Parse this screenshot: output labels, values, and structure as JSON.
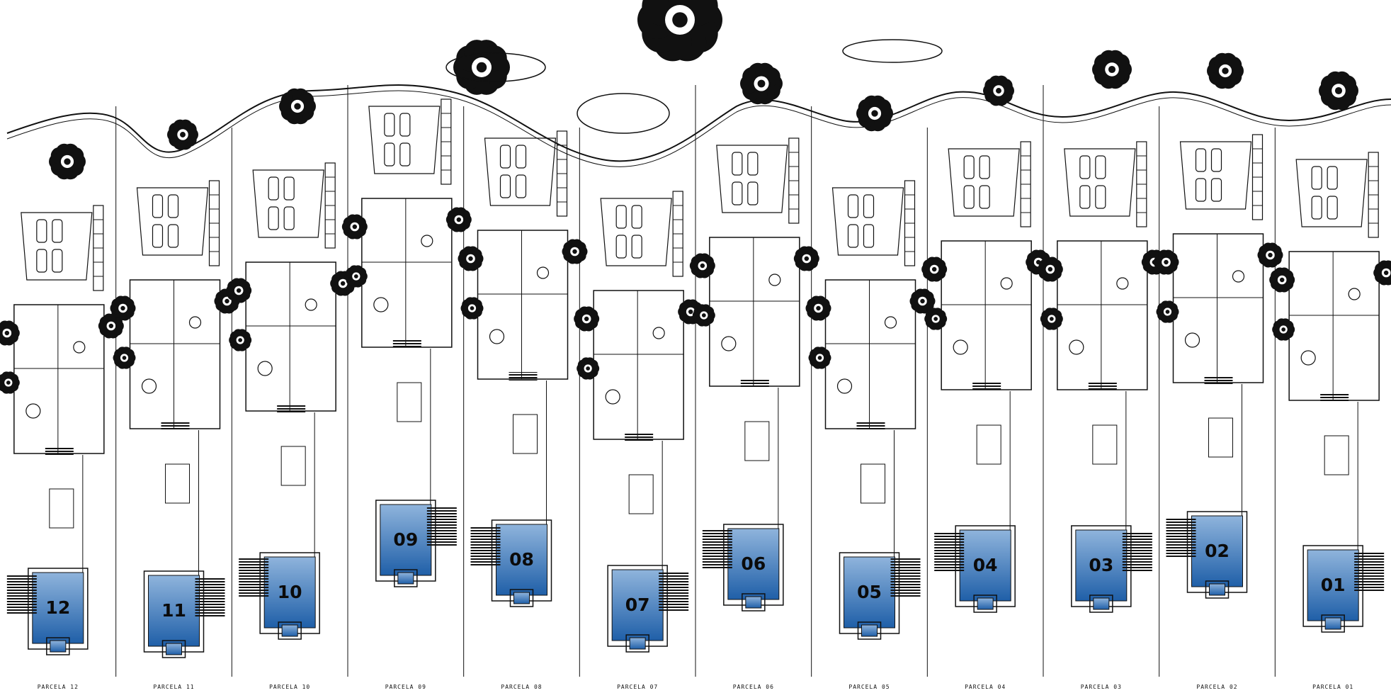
{
  "plan": {
    "lots": [
      {
        "number": "12",
        "label": "PARCELA 12"
      },
      {
        "number": "11",
        "label": "PARCELA 11"
      },
      {
        "number": "10",
        "label": "PARCELA 10"
      },
      {
        "number": "09",
        "label": "PARCELA 09"
      },
      {
        "number": "08",
        "label": "PARCELA 08"
      },
      {
        "number": "07",
        "label": "PARCELA 07"
      },
      {
        "number": "06",
        "label": "PARCELA 06"
      },
      {
        "number": "05",
        "label": "PARCELA 05"
      },
      {
        "number": "04",
        "label": "PARCELA 04"
      },
      {
        "number": "03",
        "label": "PARCELA 03"
      },
      {
        "number": "02",
        "label": "PARCELA 02"
      },
      {
        "number": "01",
        "label": "PARCELA 01"
      }
    ],
    "colors": {
      "line": "#111111",
      "pool_light": "#8fb4dc",
      "pool_dark": "#1f5fa8",
      "background": "#ffffff"
    }
  }
}
